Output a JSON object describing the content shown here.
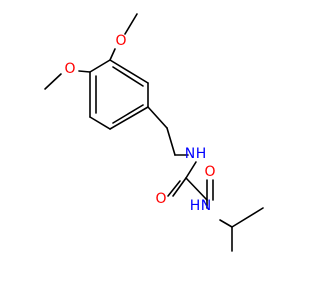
{
  "molecule": {
    "atom_labels": {
      "o_methoxy_top": "O",
      "o_methoxy_left": "O",
      "nh_amide_upper": "N",
      "h_amide_upper": "H",
      "o_carbonyl_left": "O",
      "o_carbonyl_right": "O",
      "nh_amide_lower": "N",
      "h_amide_lower": "H"
    },
    "colors": {
      "oxygen": "#ff0000",
      "nitrogen": "#0000ff",
      "bond": "#000000",
      "background": "#ffffff"
    }
  }
}
